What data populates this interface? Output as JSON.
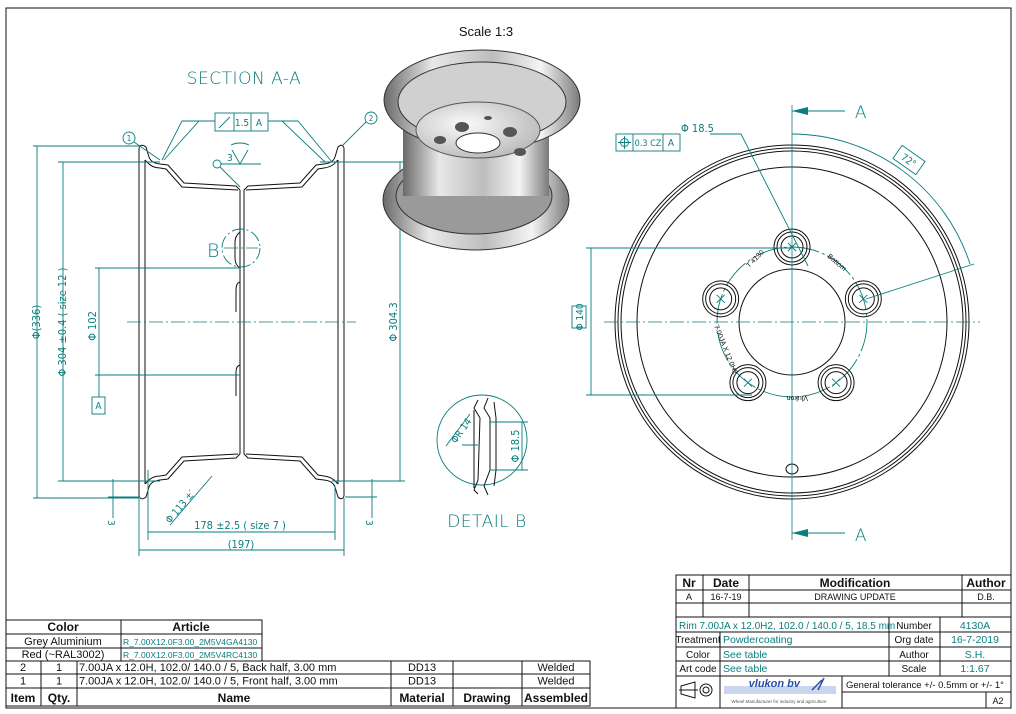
{
  "drawing": {
    "scale_label": "Scale 1:3",
    "section_title": "SECTION A-A",
    "detail_title": "DETAIL B",
    "detail_callout": "B",
    "section_marker": "A",
    "datum": "A",
    "weld_size": "3",
    "balloons": [
      "1",
      "2"
    ],
    "gdt_runout": {
      "tolerance": "1.5",
      "datum": "A"
    },
    "gdt_position": {
      "tolerance": "0.3 CZ",
      "datum": "A"
    },
    "dimensions": {
      "outer_dia": "Φ(336)",
      "bead_seat_dia": "Φ 304 ±0.4 ( size 12 )",
      "center_bore": "Φ 102",
      "rim_dia_right": "Φ 304.3",
      "hump_dia": "Φ 113 ±′",
      "width": "178 ±2.5 ( size 7 )",
      "overall_width": "(197)",
      "flange_left": "3",
      "flange_right": "3",
      "bolt_hole": "Φ 18.5",
      "bolt_circle": "Φ 140",
      "angle": "72°",
      "detail_radius": "ΦR 14",
      "detail_dia": "Φ 18.5"
    },
    "disc_stamps": [
      "T 4130",
      "Bottom",
      "7.00JA X 12.0H2",
      "Vlukon"
    ]
  },
  "revision_table": {
    "headers": [
      "Nr",
      "Date",
      "Modification",
      "Author"
    ],
    "rows": [
      [
        "A",
        "16-7-19",
        "DRAWING UPDATE",
        "D.B."
      ]
    ]
  },
  "title_block": {
    "description": "Rim 7.00JA x 12.0H2,  102.0 / 140.0 / 5,  18.5 mm",
    "treatment_label": "Treatment",
    "treatment": "Powdercoating",
    "color_label": "Color",
    "color": "See table",
    "artcode_label": "Art code",
    "artcode": "See table",
    "number_label": "Number",
    "number": "4130A",
    "orgdate_label": "Org date",
    "orgdate": "16-7-2019",
    "author_label": "Author",
    "author": "S.H.",
    "scale_label": "Scale",
    "scale": "1:1.67",
    "company": "vlukon bv",
    "company_tagline": "Wheel Manufacturer for industry and agriculture",
    "tolerance": "General tolerance +/- 0.5mm or +/- 1°",
    "sheet_size": "A2"
  },
  "color_table": {
    "headers": [
      "Color",
      "Article"
    ],
    "rows": [
      [
        "Grey Aluminium",
        "R_7.00X12.0F3.00_2M5V4GA4130"
      ],
      [
        "Red (~RAL3002)",
        "R_7.00X12.0F3.00_2M5V4RC4130"
      ]
    ]
  },
  "parts_list": {
    "headers": [
      "Item",
      "Qty.",
      "Name",
      "Material",
      "Drawing",
      "Assembled"
    ],
    "rows": [
      [
        "2",
        "1",
        "7.00JA x 12.0H,  102.0/ 140.0 / 5, Back half, 3.00 mm",
        "DD13",
        "",
        "Welded"
      ],
      [
        "1",
        "1",
        "7.00JA x 12.0H,  102.0/ 140.0 / 5, Front half, 3.00 mm",
        "DD13",
        "",
        "Welded"
      ]
    ]
  },
  "colors": {
    "annotation": "#0b7d7d",
    "line": "#111111"
  }
}
